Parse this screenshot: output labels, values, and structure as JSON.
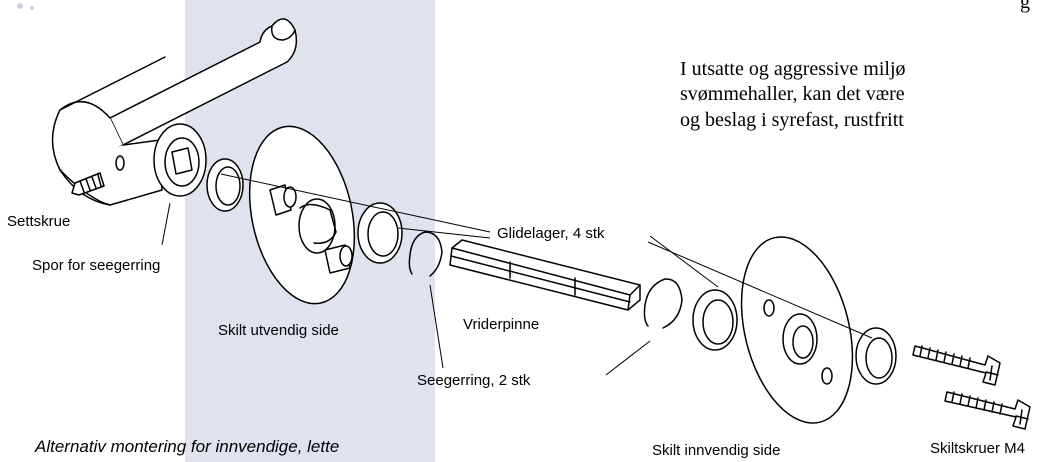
{
  "colors": {
    "watermark": "#d4dae8",
    "line": "#000000",
    "background": "#ffffff"
  },
  "body_text": {
    "line1": "I utsatte og aggressive miljø",
    "line2": "svømmehaller, kan det være",
    "line3": "og beslag i syrefast, rustfritt"
  },
  "labels": {
    "settskrue": "Settskrue",
    "spor": "Spor for seegerring",
    "skilt_utvendig": "Skilt utvendig side",
    "glidelager": "Glidelager, 4 stk",
    "vriderpinne": "Vriderpinne",
    "seegerring": "Seegerring, 2 stk",
    "skilt_innvendig": "Skilt innvendig side",
    "skiltskruer": "Skiltskruer M4"
  },
  "caption": "Alternativ montering for innvendige, lette"
}
